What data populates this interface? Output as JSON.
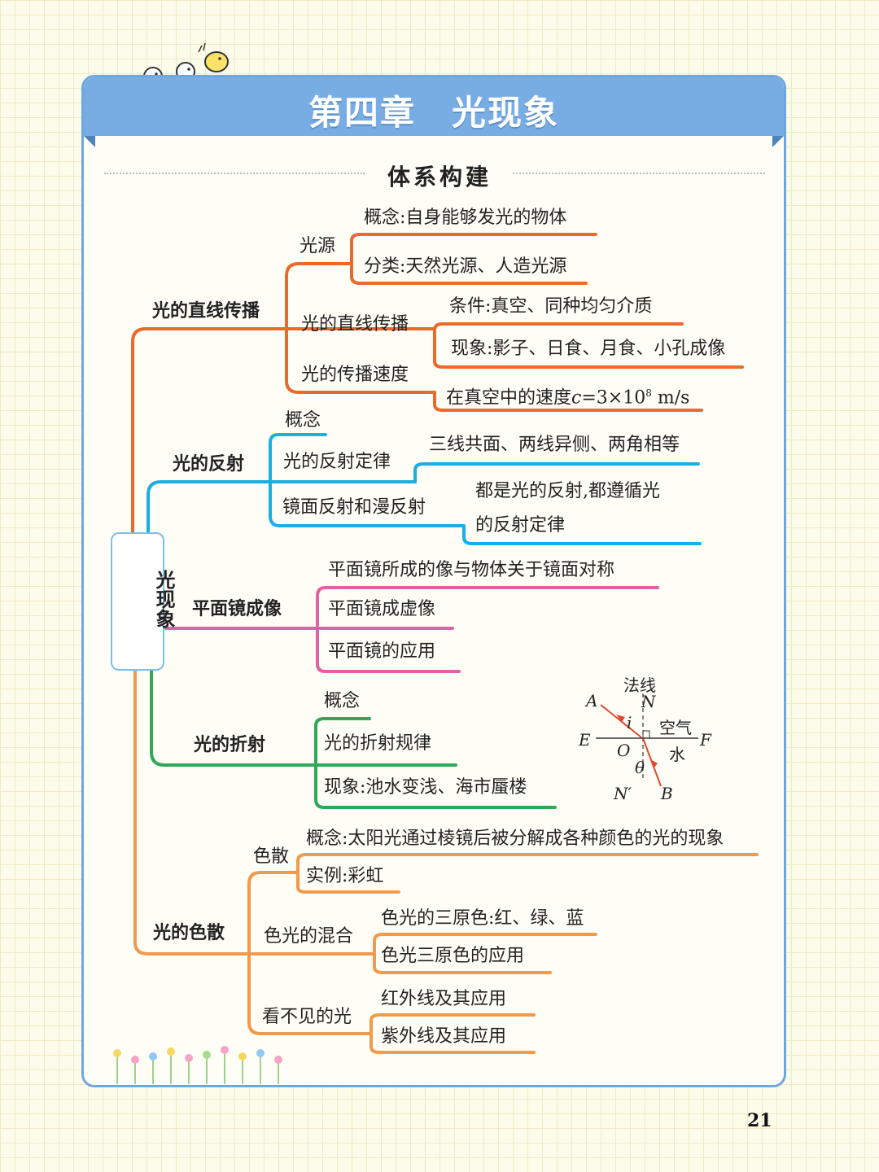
{
  "header": {
    "chapter_title": "第四章　光现象"
  },
  "section_title": "体系构建",
  "root": "光现象",
  "branches": {
    "b1": {
      "label": "光的直线传播",
      "s1": {
        "label": "光源",
        "concept": "概念:自身能够发光的物体",
        "classify": "分类:天然光源、人造光源"
      },
      "s2": {
        "label": "光的直线传播",
        "condition": "条件:真空、同种均匀介质",
        "phenomenon": "现象:影子、日食、月食、小孔成像"
      },
      "s3": {
        "label": "光的传播速度",
        "speed_prefix": "在真空中的速度",
        "speed_var": "c",
        "speed_value": "=3×10",
        "speed_exp": "8",
        "speed_unit": " m/s"
      }
    },
    "b2": {
      "label": "光的反射",
      "s1": "概念",
      "s2": {
        "label": "光的反射定律",
        "detail": "三线共面、两线异侧、两角相等"
      },
      "s3": {
        "label": "镜面反射和漫反射",
        "detail_line1": "都是光的反射,都遵循光",
        "detail_line2": "的反射定律"
      }
    },
    "b3": {
      "label": "平面镜成像",
      "s1": "平面镜所成的像与物体关于镜面对称",
      "s2": "平面镜成虚像",
      "s3": "平面镜的应用"
    },
    "b4": {
      "label": "光的折射",
      "s1": "概念",
      "s2": "光的折射规律",
      "s3": "现象:池水变浅、海市蜃楼"
    },
    "b5": {
      "label": "光的色散",
      "s1": {
        "label": "色散",
        "concept": "概念:太阳光通过棱镜后被分解成各种颜色的光的现象",
        "example": "实例:彩虹"
      },
      "s2": {
        "label": "色光的混合",
        "primary": "色光的三原色:红、绿、蓝",
        "application": "色光三原色的应用"
      },
      "s3": {
        "label": "看不见的光",
        "infrared": "红外线及其应用",
        "ultraviolet": "紫外线及其应用"
      }
    }
  },
  "diagram": {
    "normal_label": "法线",
    "A": "A",
    "N": "N",
    "i": "i",
    "E": "E",
    "O": "O",
    "F": "F",
    "theta": "θ",
    "N_prime": "N′",
    "B": "B",
    "air": "空气",
    "water": "水"
  },
  "colors": {
    "b1": "#ea6a2b",
    "b2": "#1aaee3",
    "b3": "#e062a6",
    "b4": "#2fa85a",
    "b5": "#f29a4c",
    "banner": "#78ade3"
  },
  "page_number": "21"
}
